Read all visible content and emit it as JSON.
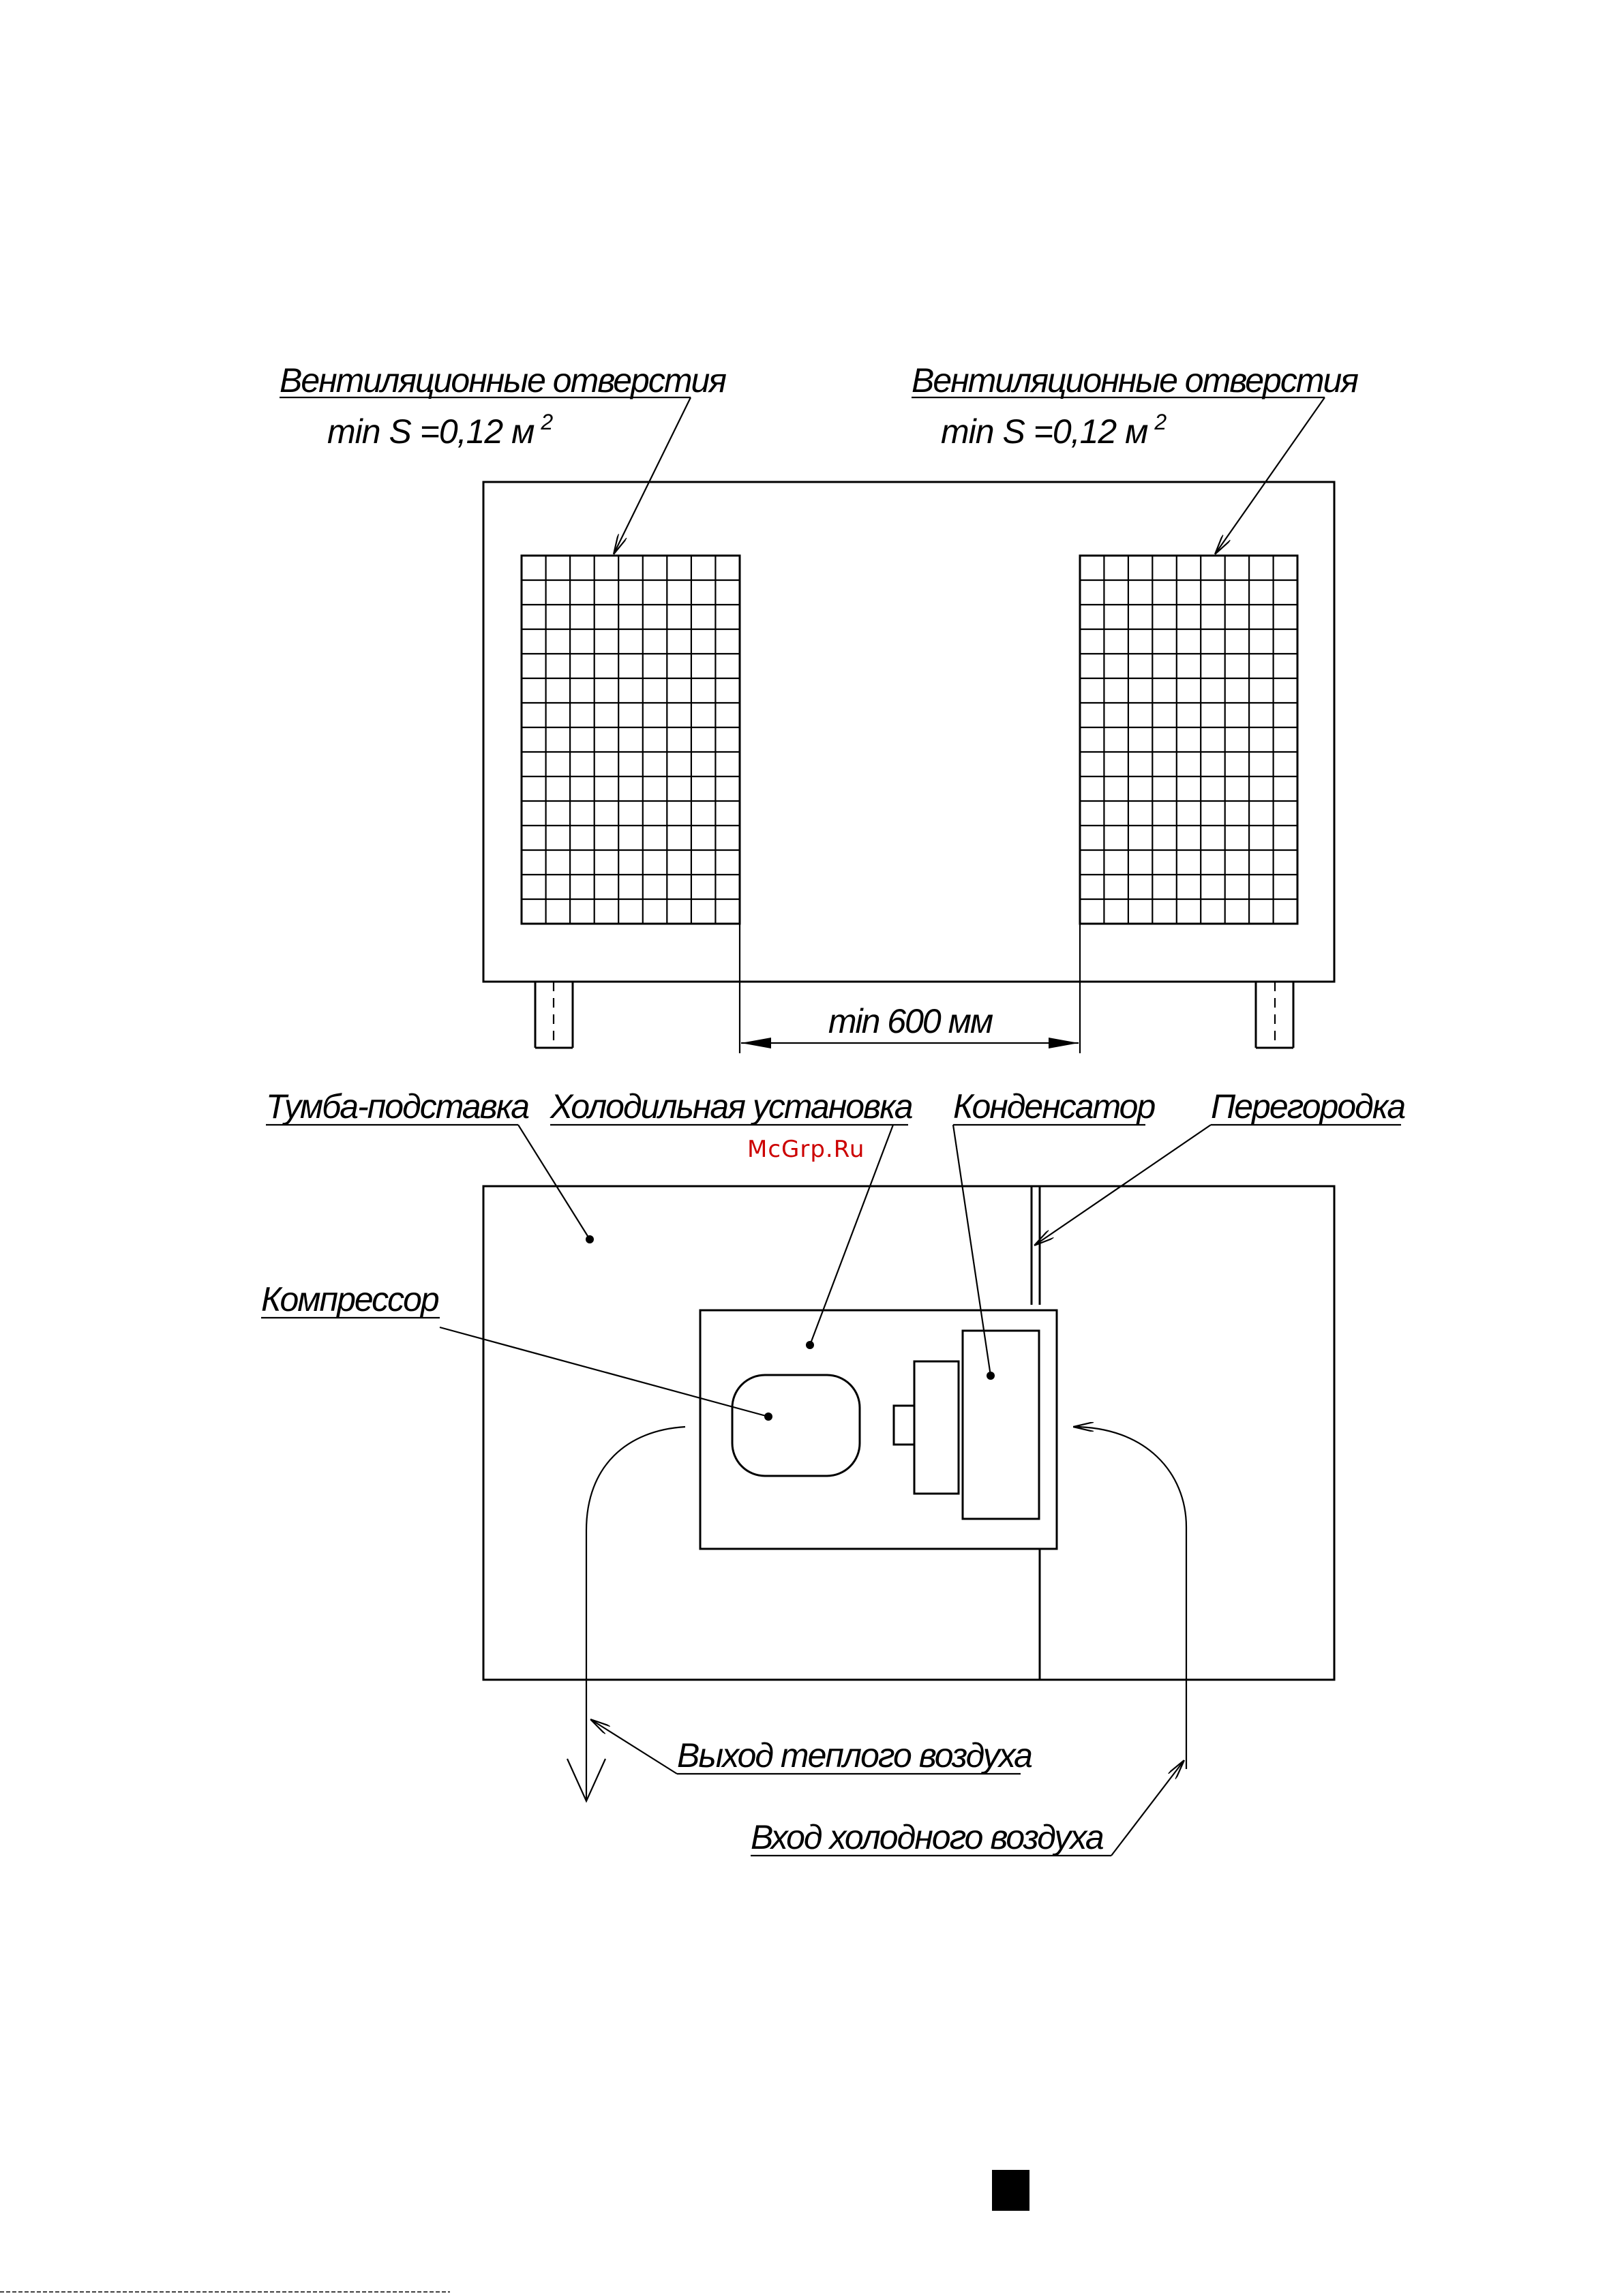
{
  "top_view": {
    "vent_left": {
      "title": "Вентиляционные отверстия",
      "area_prefix": "min S =0,12 м",
      "area_exp": "2"
    },
    "vent_right": {
      "title": "Вентиляционные отверстия",
      "area_prefix": "min S =0,12 м",
      "area_exp": "2"
    },
    "gap_dimension": "min 600 мм"
  },
  "section_view": {
    "labels": {
      "stand": "Тумба-подставка",
      "unit": "Холодильная установка",
      "condenser": "Конденсатор",
      "partition": "Перегородка",
      "compressor": "Компрессор",
      "warm_out": "Выход теплого воздуха",
      "cold_in": "Вход холодного воздуха"
    }
  },
  "watermark": "McGrp.Ru"
}
